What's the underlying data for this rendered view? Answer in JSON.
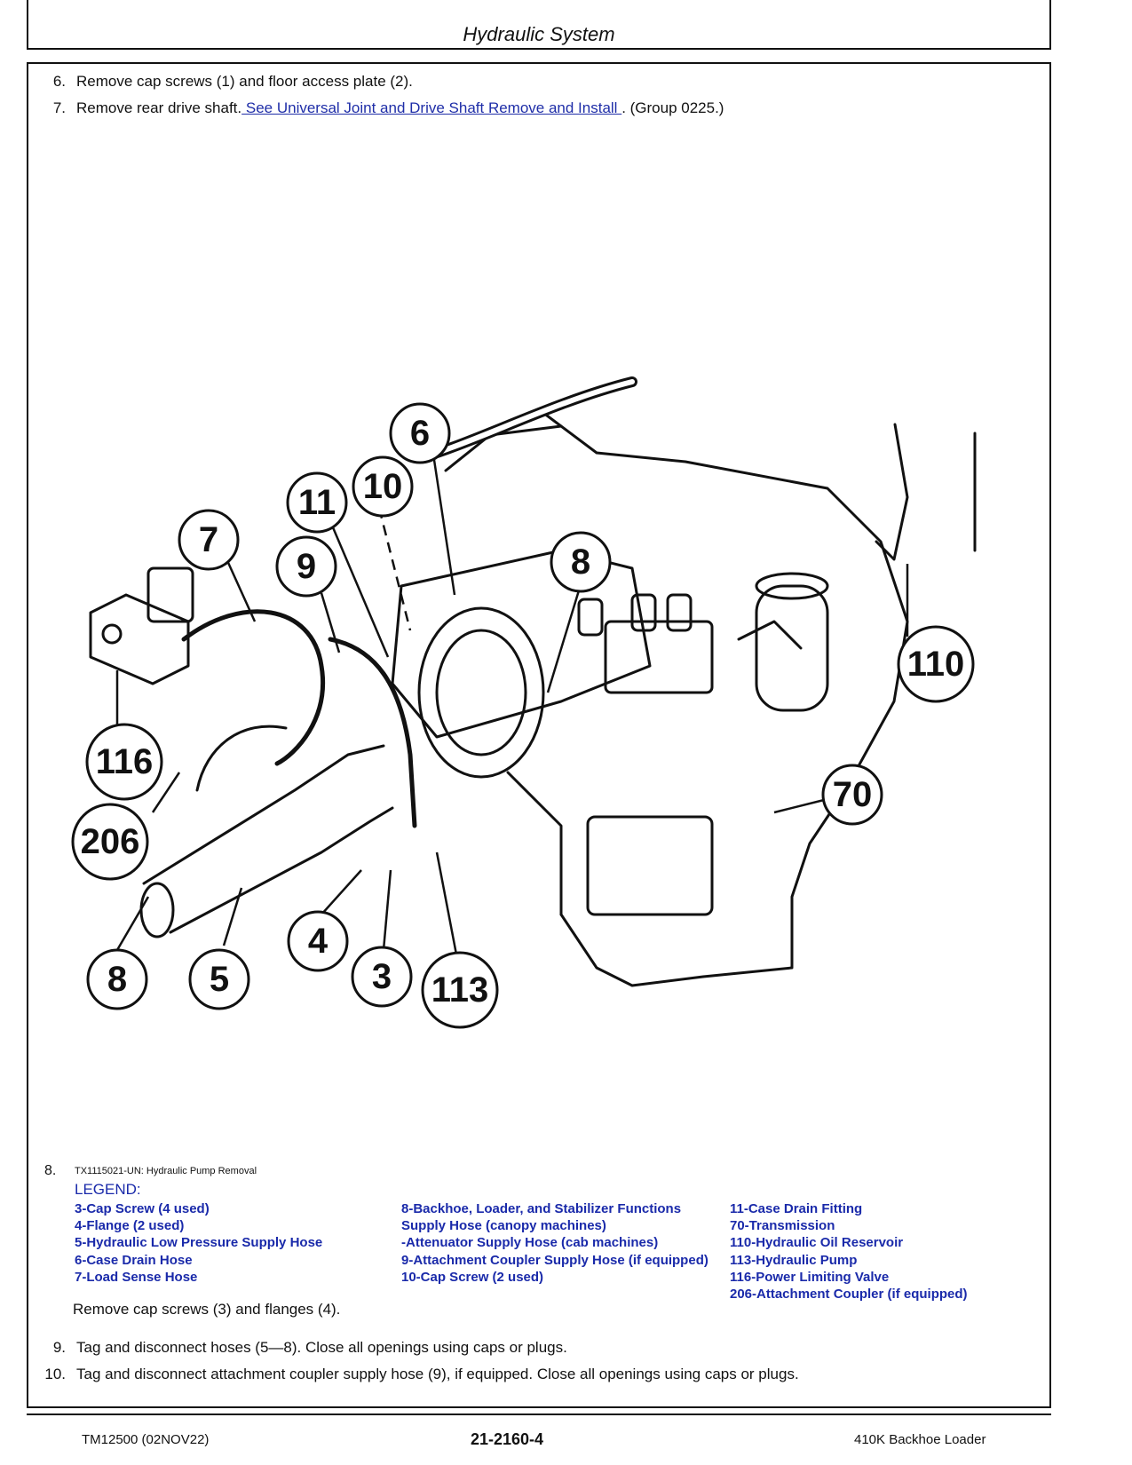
{
  "header": {
    "title": "Hydraulic System"
  },
  "steps_top": [
    {
      "num": "6.",
      "text": "Remove cap screws (1) and floor access plate (2)."
    },
    {
      "num": "7.",
      "text_before": "Remove rear drive shaft.",
      "link": " See Universal Joint and Drive Shaft Remove and Install ",
      "text_after": ". (Group 0225.)"
    }
  ],
  "figure": {
    "callouts": [
      "6",
      "10",
      "11",
      "7",
      "9",
      "8",
      "110",
      "116",
      "206",
      "70",
      "8",
      "5",
      "4",
      "3",
      "113"
    ]
  },
  "legend": {
    "step_num": "8.",
    "caption": "TX1115021-UN: Hydraulic Pump Removal",
    "title": "LEGEND:",
    "col1": [
      "3-Cap Screw (4 used)",
      "4-Flange (2 used)",
      "5-Hydraulic Low Pressure Supply Hose",
      "6-Case Drain Hose",
      "7-Load Sense Hose"
    ],
    "col2": [
      "8-Backhoe, Loader, and Stabilizer Functions",
      "Supply Hose (canopy machines)",
      "-Attenuator Supply Hose (cab machines)",
      "9-Attachment Coupler Supply Hose (if equipped)",
      "10-Cap Screw (2 used)"
    ],
    "col3": [
      "11-Case Drain Fitting",
      "70-Transmission",
      "110-Hydraulic Oil Reservoir",
      "113-Hydraulic Pump",
      "116-Power Limiting Valve",
      "206-Attachment Coupler (if equipped)"
    ],
    "after": "Remove cap screws (3) and flanges (4)."
  },
  "steps_bottom": [
    {
      "num": "9.",
      "text": "Tag and disconnect hoses (5—8). Close all openings using caps or plugs."
    },
    {
      "num": "10.",
      "text": "Tag and disconnect attachment coupler supply hose (9), if equipped. Close all openings using caps or plugs."
    }
  ],
  "footer": {
    "left": "TM12500 (02NOV22)",
    "center": "21-2160-4",
    "right": "410K Backhoe Loader"
  },
  "colors": {
    "link": "#1f2ea8",
    "legend": "#1a2aaa"
  }
}
